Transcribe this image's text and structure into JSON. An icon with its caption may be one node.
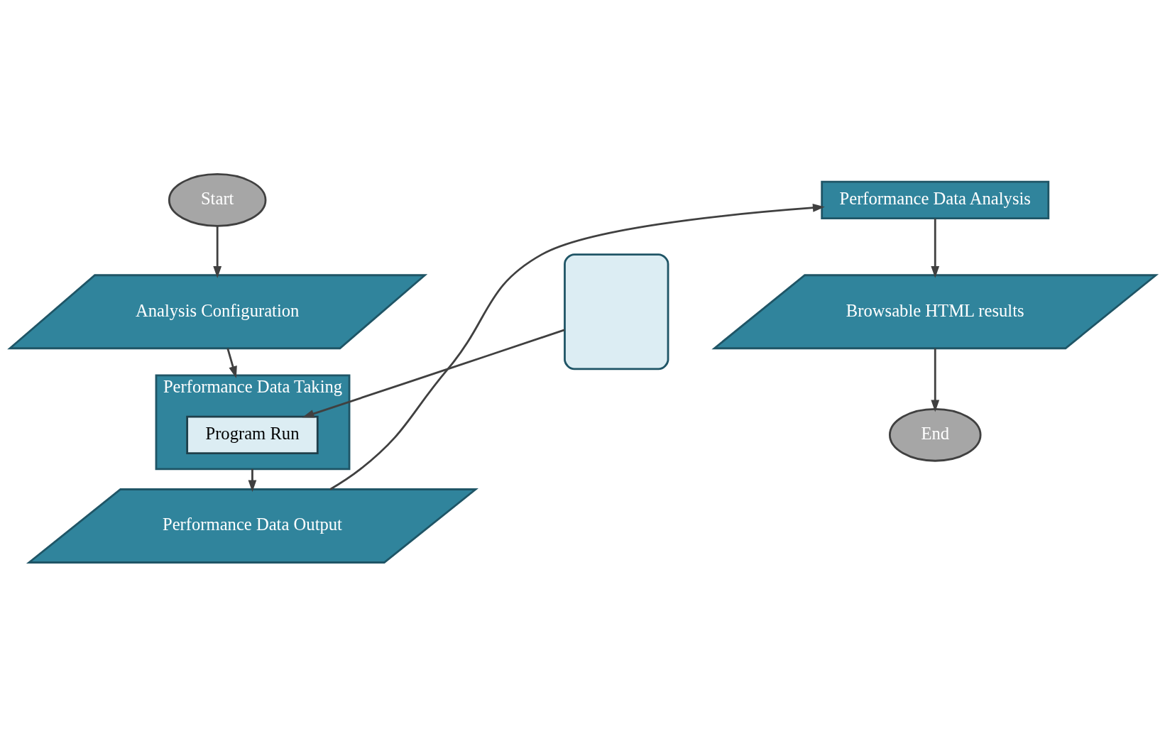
{
  "diagram": {
    "nodes": [
      {
        "text": [
          "Start"
        ]
      },
      {
        "text": [
          "Analysis Configuration"
        ]
      },
      {
        "text": [
          "Performance Data Taking"
        ]
      },
      {
        "text": [
          "Program Run"
        ],
        "in": 2
      },
      {
        "text": [],
        "shape": "box"
      },
      {
        "text": [
          "Performance Data Output"
        ]
      },
      {
        "text": [
          "Performance Data Analysis"
        ]
      },
      {
        "text": [
          "Browsable HTML results"
        ]
      },
      {
        "text": [
          "End"
        ]
      }
    ],
    "edges": [
      {
        "from": 0,
        "to": 1,
        "arrow": "to"
      },
      {
        "from": 1,
        "to": 2,
        "arrow": "to"
      },
      {
        "from": 4,
        "to": 3,
        "arrow": "to"
      },
      {
        "from": 2,
        "to": 5,
        "arrow": "to"
      },
      {
        "from": 5,
        "to": 6,
        "arrow": "to"
      },
      {
        "from": 6,
        "to": 7,
        "arrow": "to"
      },
      {
        "from": 7,
        "to": 8,
        "arrow": "to"
      }
    ]
  }
}
